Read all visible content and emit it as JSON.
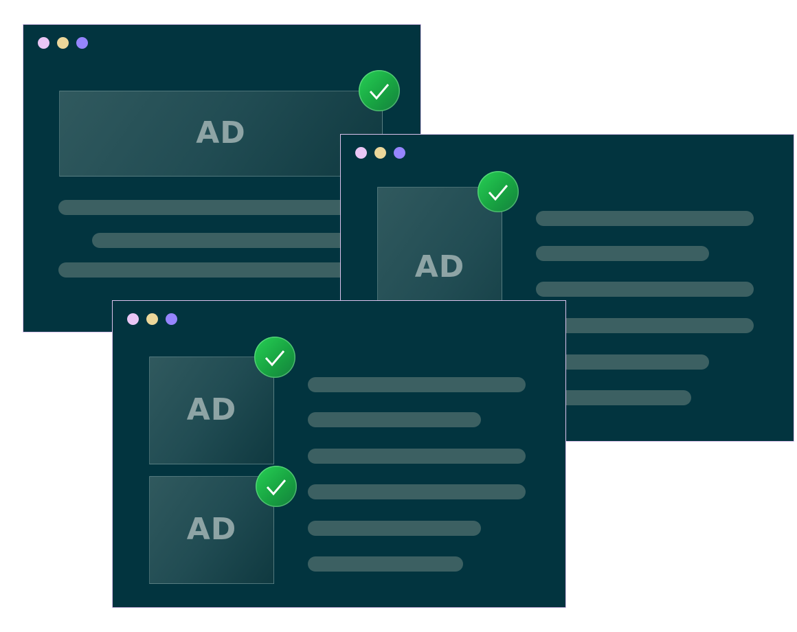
{
  "windows": [
    {
      "name": "window-banner-ad",
      "ads": [
        {
          "label": "AD",
          "verified": true
        }
      ],
      "text_lines": 3
    },
    {
      "name": "window-sidebar-ad",
      "ads": [
        {
          "label": "AD",
          "verified": true
        }
      ],
      "text_lines": 6
    },
    {
      "name": "window-two-ads",
      "ads": [
        {
          "label": "AD",
          "verified": true
        },
        {
          "label": "AD",
          "verified": true
        }
      ],
      "text_lines": 6
    }
  ],
  "colors": {
    "window_bg": "#02343f",
    "border": "#dcc3ee",
    "dot1": "#e9c6f5",
    "dot2": "#ecd79a",
    "dot3": "#9685ff",
    "check": "#1fb84a",
    "bar": "#3c6062"
  }
}
